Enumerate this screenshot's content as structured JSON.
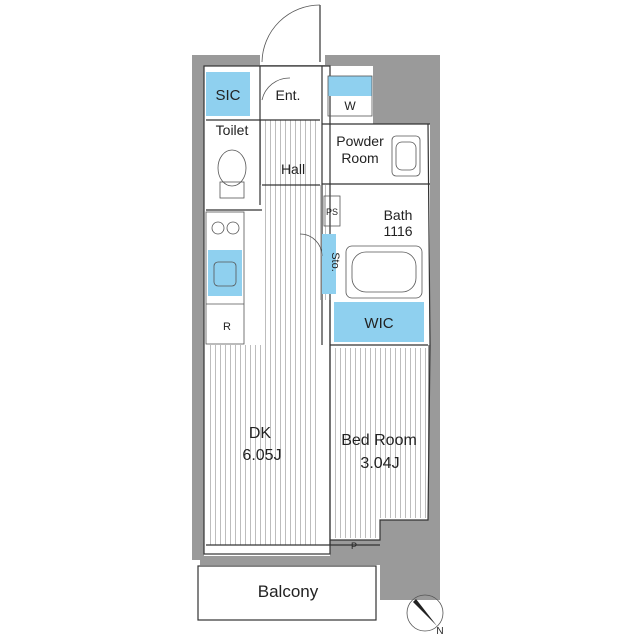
{
  "rooms": {
    "sic": "SIC",
    "entrance": "Ent.",
    "washer": "W",
    "toilet": "Toilet",
    "powder_room_line1": "Powder",
    "powder_room_line2": "Room",
    "hall": "Hall",
    "pipe_space": "PS",
    "bath_line1": "Bath",
    "bath_line2": "1116",
    "storage": "Sto.",
    "refrigerator": "R",
    "wic": "WIC",
    "dk_name": "DK",
    "dk_size": "6.05J",
    "bedroom_name": "Bed Room",
    "bedroom_size": "3.04J",
    "p_label": "P",
    "balcony": "Balcony",
    "north": "N"
  },
  "colors": {
    "wall": "#9a9a9a",
    "fixture_blue": "#8fd0ef",
    "floor_stripe": "#bdbdbd"
  }
}
